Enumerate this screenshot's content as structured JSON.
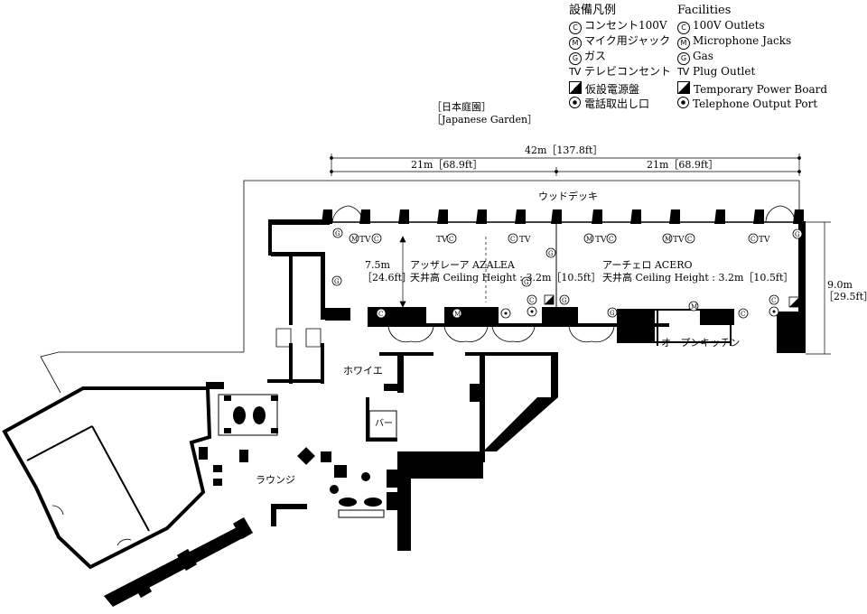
{
  "legend": {
    "jp_title": "設備凡例",
    "en_title": "Facilities",
    "jp_items": [
      "コンセント100V",
      "マイク用ジャック",
      "ガス",
      "テレビコンセント",
      "仮設電源盤",
      "電話取出し口"
    ],
    "en_items": [
      "100V Outlets",
      "Microphone Jacks",
      "Gas",
      "Plug Outlet",
      "Temporary Power Board",
      "Telephone Output Port"
    ],
    "symbols": [
      "C",
      "M",
      "G",
      "TV",
      "power-board",
      "telephone-port"
    ]
  },
  "garden": {
    "jp": "［日本庭園］",
    "en": "［Japanese Garden］"
  },
  "dimensions": {
    "total": "42m［137.8ft］",
    "left_half": "21m［68.9ft］",
    "right_half": "21m［68.9ft］",
    "depth_m": "7.5m",
    "depth_ft": "［24.6ft］",
    "height_m": "9.0m",
    "height_ft": "［29.5ft］"
  },
  "areas": {
    "wood_deck": "ウッドデッキ",
    "azalea_name": "アッザレーア AZALEA",
    "azalea_ceiling": "天井高 Ceiling Height : 3.2m［10.5ft］",
    "acero_name": "アーチェロ ACERO",
    "acero_ceiling": "天井高 Ceiling Height : 3.2m［10.5ft］",
    "foyer": "ホワイエ",
    "bar": "バー",
    "lounge": "ラウンジ",
    "open_kitchen": "オープンキッチン"
  },
  "plan_symbols": {
    "g": "G",
    "m": "M",
    "c": "C",
    "tv": "TV"
  }
}
